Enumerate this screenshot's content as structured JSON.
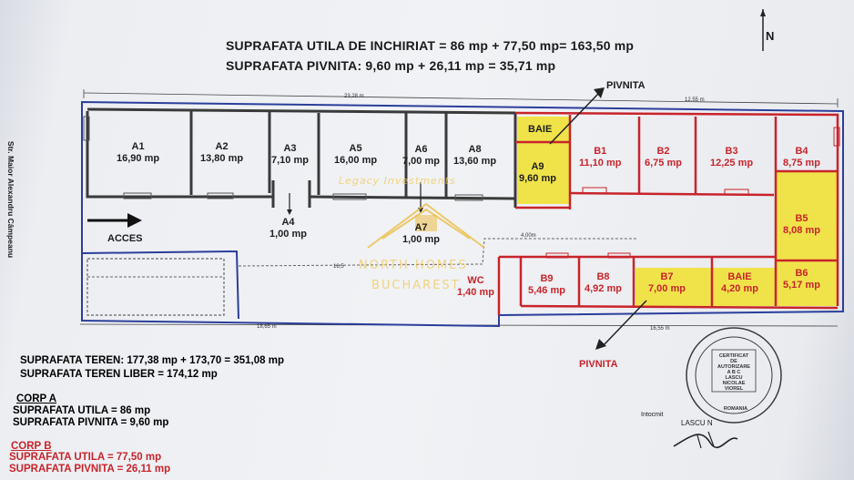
{
  "header": {
    "line1": "SUPRAFATA UTILA DE INCHIRIAT = 86 mp + 77,50 mp= 163,50 mp",
    "line2": "SUPRAFATA PIVNITA: 9,60 mp + 26,11 mp = 35,71 mp"
  },
  "north": "N",
  "street": "Str. Maior Alexandru Câmpeanu",
  "labels": {
    "acces": "ACCES",
    "pivnita_top": "PIVNITA",
    "pivnita_bottom": "PIVNITA"
  },
  "dimensions": {
    "top_left": "23,28 m",
    "top_right": "12,55 m",
    "bottom_left": "18,65 m",
    "bottom_right": "16,55 m",
    "mid_a": "4,00m",
    "mid_b": "16,5"
  },
  "rooms_a": [
    {
      "id": "A1",
      "area": "16,90 mp"
    },
    {
      "id": "A2",
      "area": "13,80 mp"
    },
    {
      "id": "A3",
      "area": "7,10 mp"
    },
    {
      "id": "A4",
      "area": "1,00 mp"
    },
    {
      "id": "A5",
      "area": "16,00 mp"
    },
    {
      "id": "A6",
      "area": "7,00 mp"
    },
    {
      "id": "A7",
      "area": "1,00 mp"
    },
    {
      "id": "A8",
      "area": "13,60 mp"
    },
    {
      "id": "A9",
      "area": "9,60 mp"
    },
    {
      "id": "BAIE",
      "area": ""
    }
  ],
  "rooms_b": [
    {
      "id": "B1",
      "area": "11,10 mp"
    },
    {
      "id": "B2",
      "area": "6,75 mp"
    },
    {
      "id": "B3",
      "area": "12,25 mp"
    },
    {
      "id": "B4",
      "area": "8,75 mp"
    },
    {
      "id": "B5",
      "area": "8,08 mp"
    },
    {
      "id": "B6",
      "area": "5,17 mp"
    },
    {
      "id": "B7",
      "area": "7,00 mp"
    },
    {
      "id": "BAIE",
      "area": "4,20 mp"
    },
    {
      "id": "B8",
      "area": "4,92 mp"
    },
    {
      "id": "B9",
      "area": "5,46 mp"
    },
    {
      "id": "WC",
      "area": "1,40 mp"
    }
  ],
  "summary": {
    "teren": "SUPRAFATA TEREN: 177,38 mp + 173,70 = 351,08 mp",
    "teren_liber": "SUPRAFATA TEREN LIBER = 174,12 mp",
    "corp_a_title": "CORP A",
    "corp_a_utila": "SUPRAFATA UTILA = 86 mp",
    "corp_a_pivnita": "SUPRAFATA PIVNITA = 9,60 mp",
    "corp_b_title": "CORP B",
    "corp_b_utila": "SUPRAFATA UTILA = 77,50 mp",
    "corp_b_pivnita": "SUPRAFATA PIVNITA = 26,11 mp"
  },
  "stamp": {
    "line1": "CERTIFICAT",
    "line2": "DE AUTORIZARE",
    "line3": "A B C",
    "line4": "LASCU NICOLAE",
    "line5": "VIOREL",
    "country": "ROMANIA"
  },
  "signature": {
    "intocmit": "Intocmit",
    "name": "LASCU N"
  },
  "watermark": {
    "script": "Legacy Investments",
    "brand1": "NORTH HOMES",
    "brand2": "BUCHAREST"
  },
  "colors": {
    "outline_blue": "#2a3f9a",
    "walls_red": "#c8242b",
    "yellow_fill": "#f0e34a",
    "ink": "#1b1b1b"
  }
}
